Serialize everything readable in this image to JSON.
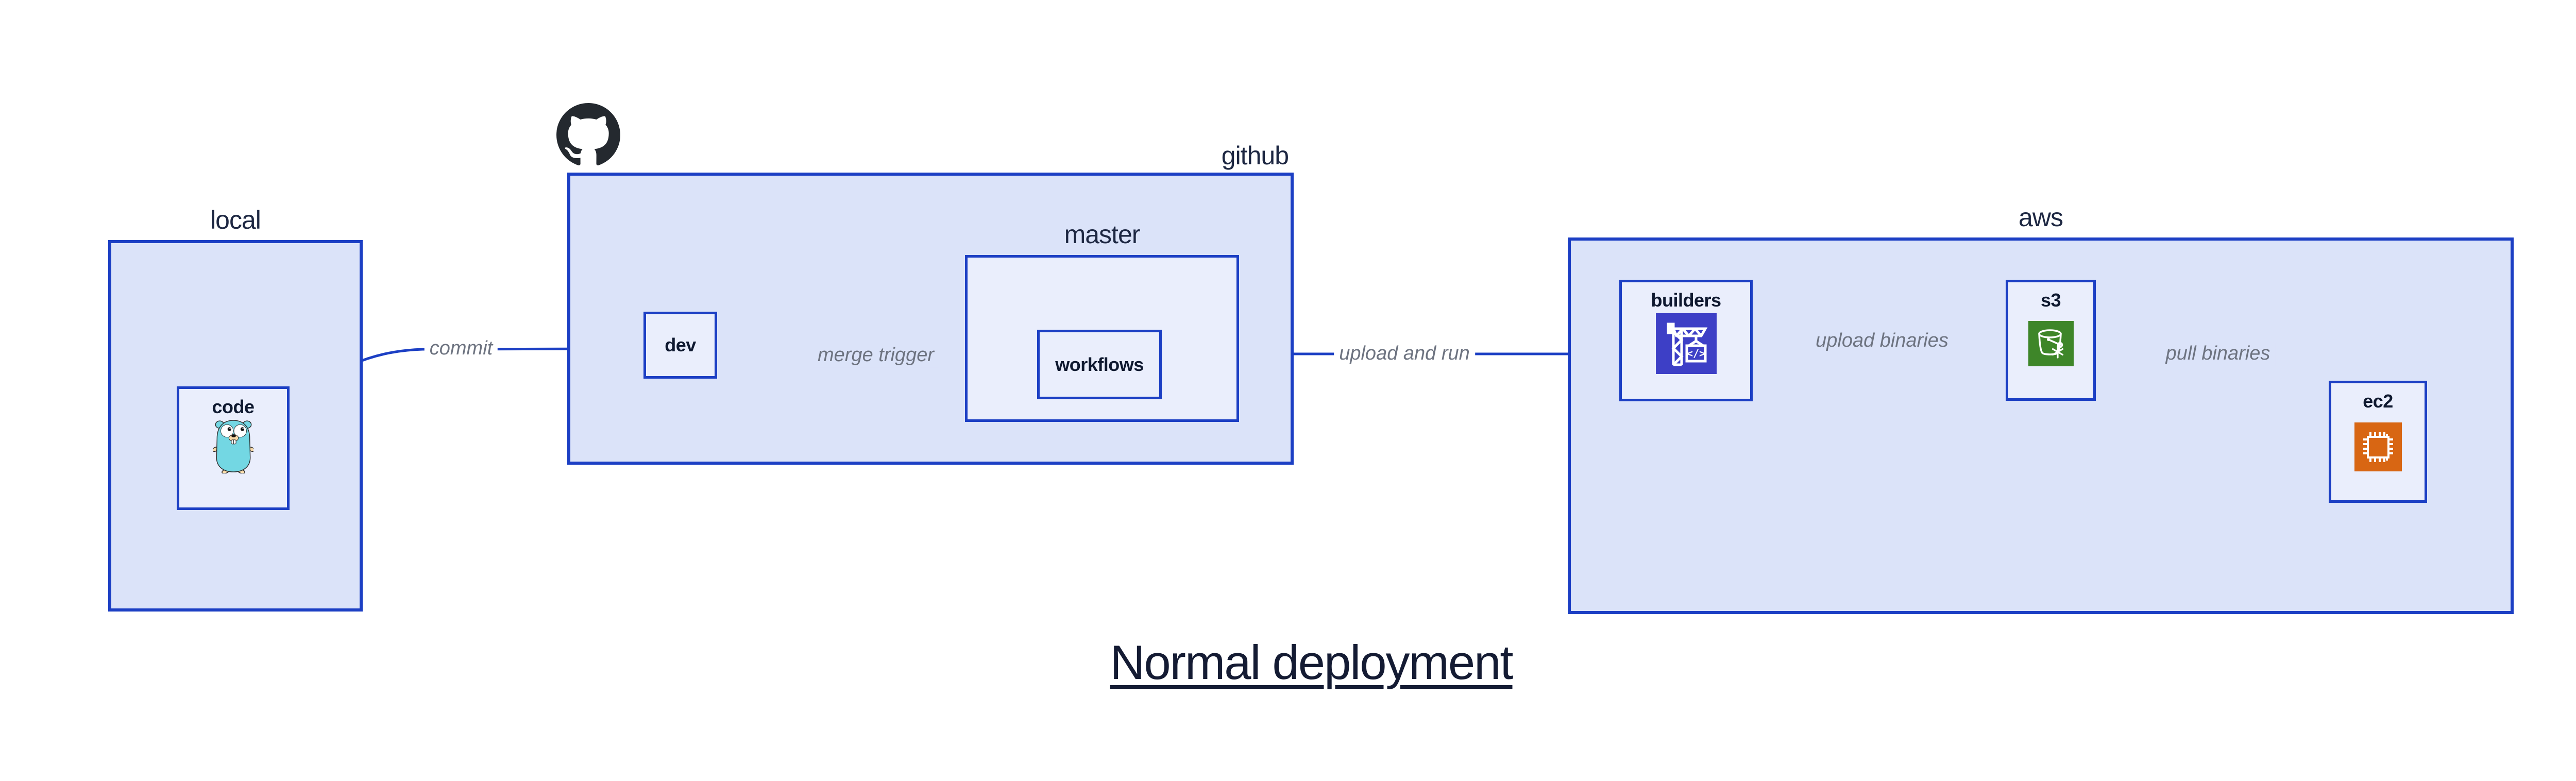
{
  "title": "Normal deployment",
  "groups": {
    "local": {
      "label": "local"
    },
    "github": {
      "label": "github"
    },
    "master": {
      "label": "master"
    },
    "aws": {
      "label": "aws"
    }
  },
  "nodes": {
    "code": {
      "label": "code",
      "icon": "go-gopher-icon"
    },
    "dev": {
      "label": "dev"
    },
    "workflows": {
      "label": "workflows"
    },
    "builders": {
      "label": "builders",
      "icon": "codebuild-crane-icon"
    },
    "s3": {
      "label": "s3",
      "icon": "s3-bucket-snowflake-icon"
    },
    "ec2": {
      "label": "ec2",
      "icon": "ec2-chip-icon"
    }
  },
  "edges": {
    "commit": {
      "label": "commit",
      "from": "code",
      "to": "dev"
    },
    "merge_trigger": {
      "label": "merge trigger",
      "from": "dev",
      "to": "workflows"
    },
    "upload_and_run": {
      "label": "upload and run",
      "from": "workflows",
      "to": "builders"
    },
    "upload_binaries": {
      "label": "upload binaries",
      "from": "builders",
      "to": "s3"
    },
    "pull_binaries": {
      "label": "pull binaries",
      "from": "s3",
      "to": "ec2"
    }
  },
  "icons": {
    "github_logo": "github-octocat-icon",
    "code_icon_code": "</>"
  },
  "colors": {
    "accent": "#1c3fc4",
    "group-fill": "#dbe3f9",
    "node-fill": "#eaeefc",
    "ink": "#1d2742",
    "muted": "#6d7380",
    "codebuild": "#3d3fc6",
    "s3green": "#3e8629",
    "ec2orange": "#d86613",
    "github-black": "#24292f",
    "gopher-teal": "#73d7e3",
    "gopher-skin": "#f7d9a8"
  }
}
